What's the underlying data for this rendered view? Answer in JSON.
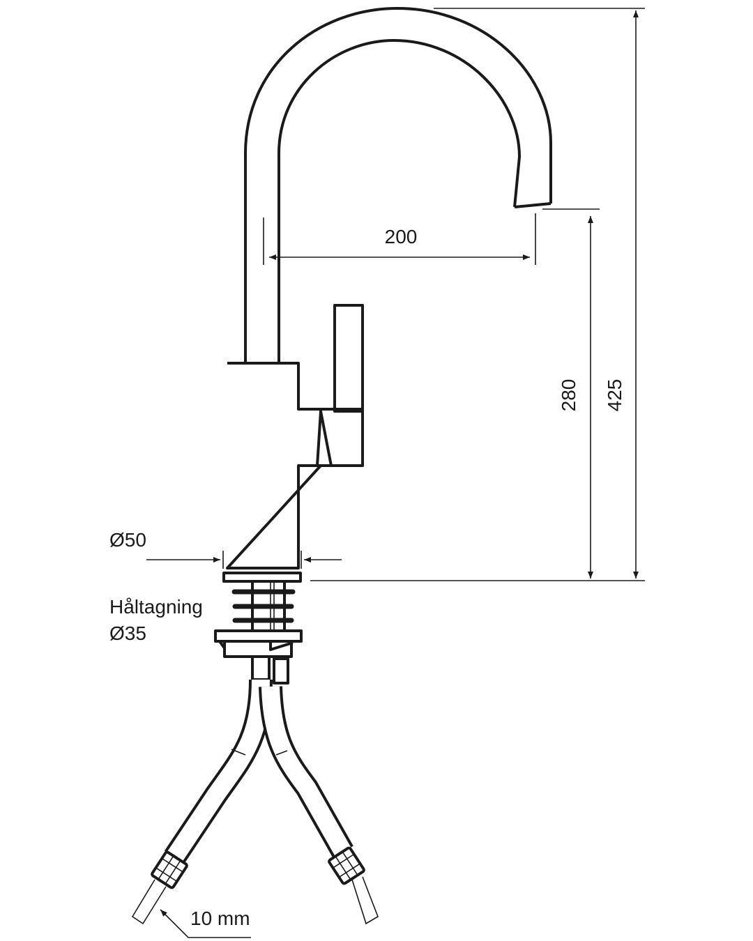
{
  "dimensions": {
    "reach": "200",
    "spout_height": "280",
    "total_height": "425",
    "base_diameter": "Ø50",
    "hole_label": "Håltagning",
    "hole_diameter": "Ø35",
    "hose_diameter": "10 mm"
  },
  "colors": {
    "line": "#1a1a1a",
    "background": "#ffffff"
  }
}
